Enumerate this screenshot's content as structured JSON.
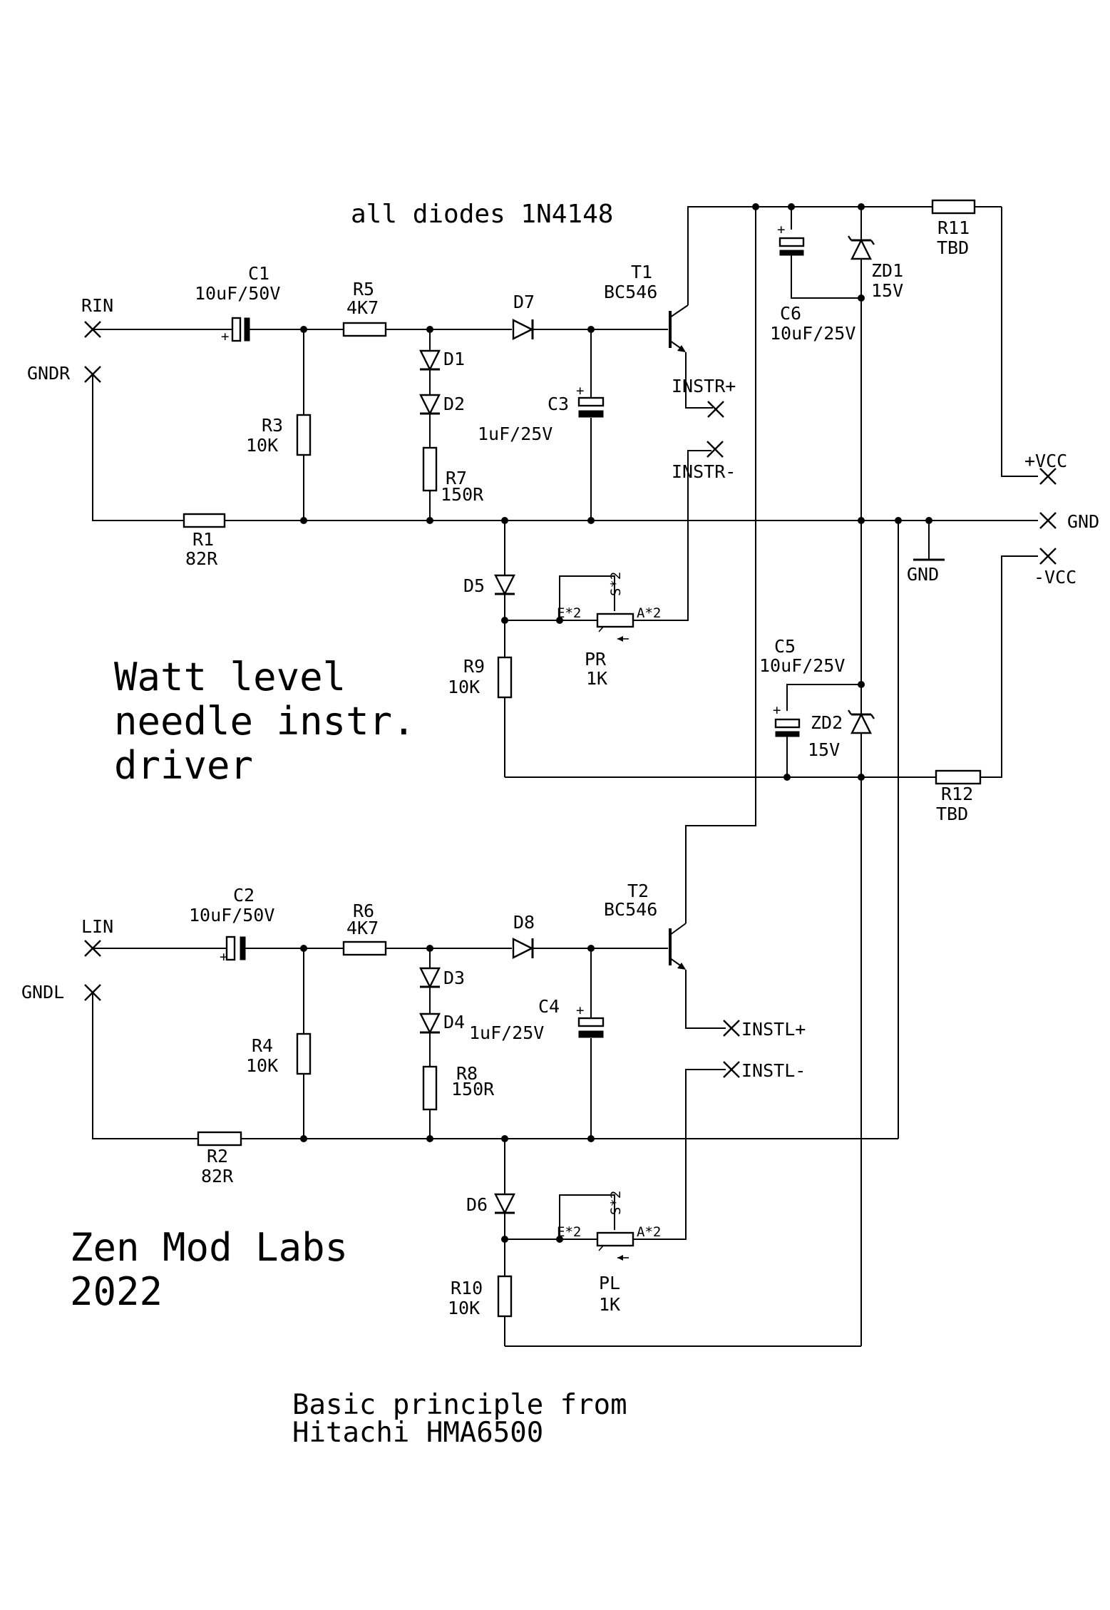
{
  "note": "all diodes 1N4148",
  "title_lines": [
    "Watt level",
    "needle instr.",
    "driver"
  ],
  "brand_lines": [
    "Zen Mod Labs",
    "2022"
  ],
  "credit_lines": [
    "Basic principle from",
    "Hitachi HMA6500"
  ],
  "connectors": {
    "rin": "RIN",
    "gndr": "GNDR",
    "lin": "LIN",
    "gndl": "GNDL",
    "instr_p": "INSTR+",
    "instr_m": "INSTR-",
    "instl_p": "INSTL+",
    "instl_m": "INSTL-",
    "vcc_p": "+VCC",
    "gnd": "GND",
    "vcc_m": "-VCC",
    "gnd_sym": "GND"
  },
  "parts": {
    "c1": {
      "ref": "C1",
      "val": "10uF/50V"
    },
    "c2": {
      "ref": "C2",
      "val": "10uF/50V"
    },
    "c3": {
      "ref": "C3",
      "val": "1uF/25V"
    },
    "c4": {
      "ref": "C4",
      "val": "1uF/25V"
    },
    "c5": {
      "ref": "C5",
      "val": "10uF/25V"
    },
    "c6": {
      "ref": "C6",
      "val": "10uF/25V"
    },
    "r1": {
      "ref": "R1",
      "val": "82R"
    },
    "r2": {
      "ref": "R2",
      "val": "82R"
    },
    "r3": {
      "ref": "R3",
      "val": "10K"
    },
    "r4": {
      "ref": "R4",
      "val": "10K"
    },
    "r5": {
      "ref": "R5",
      "val": "4K7"
    },
    "r6": {
      "ref": "R6",
      "val": "4K7"
    },
    "r7": {
      "ref": "R7",
      "val": "150R"
    },
    "r8": {
      "ref": "R8",
      "val": "150R"
    },
    "r9": {
      "ref": "R9",
      "val": "10K"
    },
    "r10": {
      "ref": "R10",
      "val": "10K"
    },
    "r11": {
      "ref": "R11",
      "val": "TBD"
    },
    "r12": {
      "ref": "R12",
      "val": "TBD"
    },
    "d1": {
      "ref": "D1"
    },
    "d2": {
      "ref": "D2"
    },
    "d3": {
      "ref": "D3"
    },
    "d4": {
      "ref": "D4"
    },
    "d5": {
      "ref": "D5"
    },
    "d6": {
      "ref": "D6"
    },
    "d7": {
      "ref": "D7"
    },
    "d8": {
      "ref": "D8"
    },
    "zd1": {
      "ref": "ZD1",
      "val": "15V"
    },
    "zd2": {
      "ref": "ZD2",
      "val": "15V"
    },
    "t1": {
      "ref": "T1",
      "val": "BC546"
    },
    "t2": {
      "ref": "T2",
      "val": "BC546"
    },
    "pr": {
      "ref": "PR",
      "val": "1K",
      "pin_e": "E*2",
      "pin_a": "A*2",
      "pin_s": "S*2"
    },
    "pl": {
      "ref": "PL",
      "val": "1K",
      "pin_e": "E*2",
      "pin_a": "A*2",
      "pin_s": "S*2"
    }
  }
}
